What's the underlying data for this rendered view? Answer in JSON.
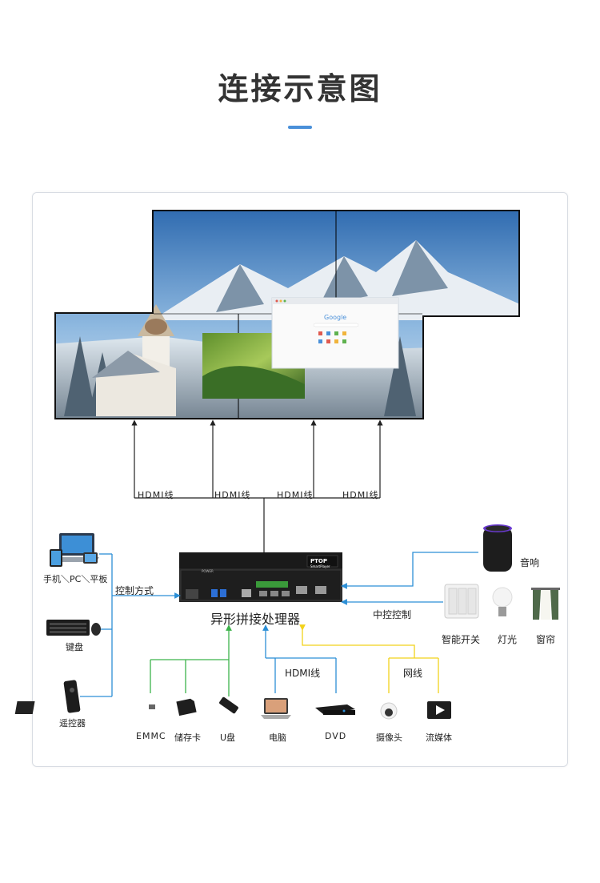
{
  "header": {
    "title": "连接示意图",
    "accent_color": "#4a90d9"
  },
  "video_wall": {
    "cables": [
      "HDMI线",
      "HDMI线",
      "HDMI线",
      "HDMI线"
    ]
  },
  "browser_window": {
    "search_logo": "Google"
  },
  "processor": {
    "name": "异形拼接处理器",
    "brand": "PTOP",
    "model": "SmartPlayer",
    "power_label": "POWER"
  },
  "left_inputs": {
    "group_label": "控制方式",
    "items": [
      {
        "label": "手机＼PC＼平板",
        "icon": "devices-icon"
      },
      {
        "label": "键盘",
        "icon": "keyboard-icon"
      },
      {
        "label": "遥控器",
        "icon": "remote-icon"
      }
    ],
    "line_color": "#2c8fd6"
  },
  "right_devices": {
    "central_control_label": "中控控制",
    "items": [
      {
        "label": "音响",
        "icon": "speaker-icon"
      },
      {
        "label": "智能开关",
        "icon": "switch-icon"
      },
      {
        "label": "灯光",
        "icon": "bulb-icon"
      },
      {
        "label": "窗帘",
        "icon": "curtain-icon"
      }
    ],
    "line_color": "#2c8fd6"
  },
  "bottom_inputs": {
    "hdmi_label": "HDMI线",
    "network_label": "网线",
    "items": [
      {
        "label": "EMMC",
        "icon": "emmc-icon"
      },
      {
        "label": "储存卡",
        "icon": "sd-card-icon"
      },
      {
        "label": "U盘",
        "icon": "usb-drive-icon"
      },
      {
        "label": "电脑",
        "icon": "laptop-icon"
      },
      {
        "label": "DVD",
        "icon": "dvd-icon"
      },
      {
        "label": "摄像头",
        "icon": "camera-icon"
      },
      {
        "label": "流媒体",
        "icon": "stream-icon"
      }
    ],
    "storage_line_color": "#3cb34a",
    "hdmi_line_color": "#2c8fd6",
    "network_line_color": "#f2d21b"
  }
}
